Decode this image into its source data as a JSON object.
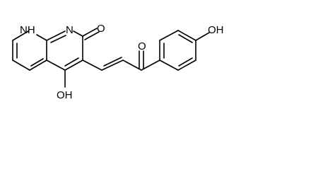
{
  "molecule": {
    "labels": {
      "nh": "NH",
      "n_ring": "N",
      "o_carbonyl_ring": "O",
      "o_ketone": "O",
      "oh_phenol": "OH",
      "oh_ring": "OH"
    }
  },
  "colors": {
    "bond": "#000000",
    "text": "#000000",
    "background": "#ffffff"
  }
}
